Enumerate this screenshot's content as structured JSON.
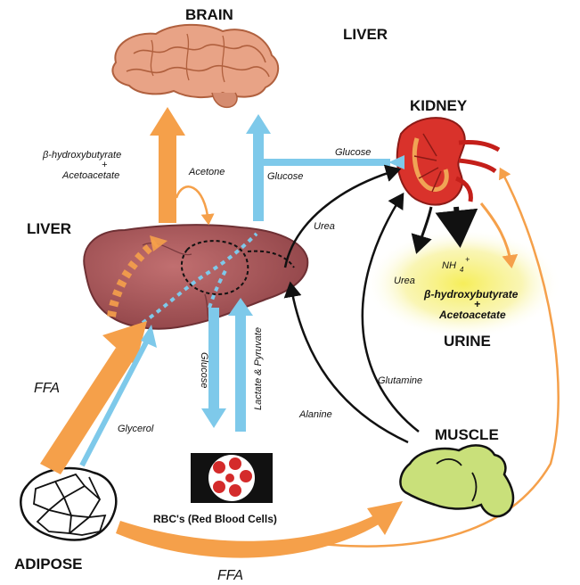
{
  "organs": {
    "brain": "BRAIN",
    "liver_top": "LIVER",
    "kidney": "KIDNEY",
    "liver": "LIVER",
    "urine": "URINE",
    "muscle": "MUSCLE",
    "adipose": "ADIPOSE",
    "rbc": "RBC's (Red Blood Cells)"
  },
  "labels": {
    "brain_ketones_1": "β-hydroxybutyrate",
    "brain_ketones_plus": "+",
    "brain_ketones_2": "Acetoacetate",
    "acetone": "Acetone",
    "glucose_brain": "Glucose",
    "glucose_kidney": "Glucose",
    "urea_liver": "Urea",
    "urine_urea": "Urea",
    "urine_nh4": "NH",
    "urine_nh4_sub": "4",
    "urine_nh4_sup": "+",
    "urine_ketones_1": "β-hydroxybutyrate",
    "urine_ketones_plus": "+",
    "urine_ketones_2": "Acetoacetate",
    "glucose_rbc": "Glucose",
    "lactate": "Lactate & Pyruvate",
    "glutamine": "Glutamine",
    "alanine": "Alanine",
    "ffa_left": "FFA",
    "glycerol": "Glycerol",
    "ffa_bottom": "FFA"
  },
  "colors": {
    "orange": "#f5a04a",
    "blue": "#7ec9ea",
    "black": "#111111",
    "liver": "#a8585c",
    "muscle": "#c9e07a",
    "kidney": "#d9322b",
    "brain": "#e8a386",
    "rbc": "#d42b2b",
    "urine_glow": "#f4ee6a"
  }
}
